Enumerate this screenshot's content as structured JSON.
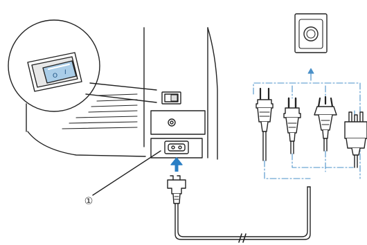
{
  "diagram": {
    "callouts": [
      {
        "id": "power-cord",
        "label": "①"
      }
    ],
    "switch_positions": [
      "O",
      "I"
    ],
    "plug_types": [
      "type-a-plug",
      "type-c-plug",
      "type-i-plug",
      "type-g-plug"
    ],
    "colors": {
      "line": "#222222",
      "accent_blue": "#2b7fc4",
      "switch_blue": "#aacde8",
      "dash_blue": "#4a90c8"
    }
  }
}
